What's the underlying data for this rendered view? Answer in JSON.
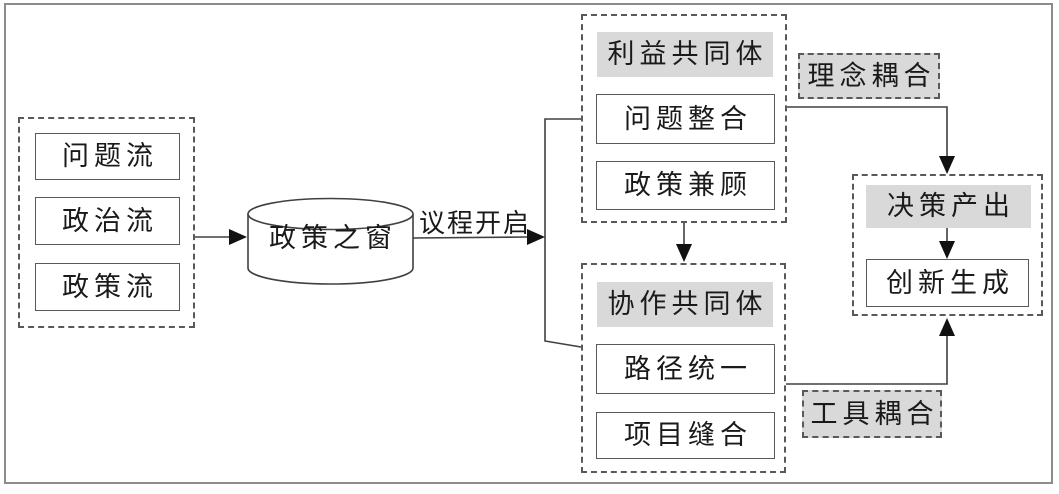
{
  "diagram": {
    "streams": {
      "items": [
        "问题流",
        "政治流",
        "政策流"
      ]
    },
    "policy_window_label": "政策之窗",
    "agenda_label": "议程开启",
    "interest_community": {
      "header": "利益共同体",
      "items": [
        "问题整合",
        "政策兼顾"
      ]
    },
    "collaboration_community": {
      "header": "协作共同体",
      "items": [
        "路径统一",
        "项目缝合"
      ]
    },
    "decision_output": {
      "header": "决策产出",
      "items": [
        "创新生成"
      ]
    },
    "couplings": {
      "concept": "理念耦合",
      "tool": "工具耦合"
    },
    "colors": {
      "gray_fill": "#d9d9d9",
      "line": "#404040",
      "dashed_border": "#595959",
      "frame_border": "#8c8c8c",
      "arrowhead": "#111111"
    }
  }
}
